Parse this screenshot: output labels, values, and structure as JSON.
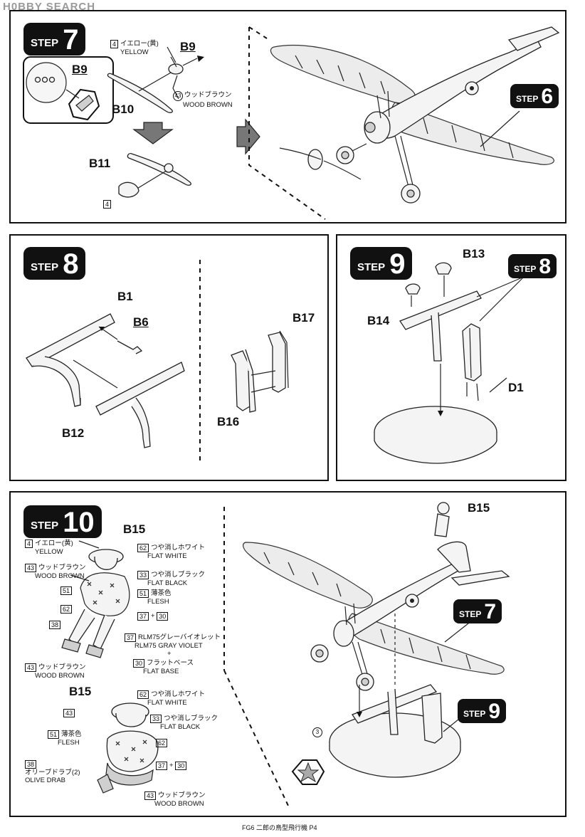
{
  "header": {
    "watermark": "H0BBY SEARCH"
  },
  "steps": {
    "step7": {
      "word": "STEP",
      "number": "7",
      "ref_word": "STEP",
      "ref_number": "6",
      "parts": {
        "b9": "B9",
        "b9_detail": "B9",
        "b10": "B10",
        "b11": "B11"
      },
      "notes": {
        "yellow": {
          "code": "4",
          "jp": "イエロー(黄)",
          "en": "YELLOW"
        },
        "wood_brown": {
          "code": "43",
          "jp": "ウッドブラウン",
          "en": "WOOD BROWN"
        },
        "b11_code": "4"
      }
    },
    "step8": {
      "word": "STEP",
      "number": "8",
      "parts": {
        "b1": "B1",
        "b6": "B6",
        "b12": "B12",
        "b17": "B17",
        "b16": "B16"
      }
    },
    "step9": {
      "word": "STEP",
      "number": "9",
      "ref_word": "STEP",
      "ref_number": "8",
      "parts": {
        "b13": "B13",
        "b14": "B14",
        "d1": "D1"
      }
    },
    "step10": {
      "word": "STEP",
      "number": "10",
      "ref7_word": "STEP",
      "ref7_number": "7",
      "ref9_word": "STEP",
      "ref9_number": "9",
      "parts": {
        "b15_top": "B15",
        "b15_side": "B15",
        "b15_back": "B15"
      },
      "front_notes": [
        {
          "code": "4",
          "jp": "イエロー(黄)",
          "en": "YELLOW"
        },
        {
          "code": "43",
          "jp": "ウッドブラウン",
          "en": "WOOD BROWN"
        },
        {
          "code": "62",
          "jp": "つや消しホワイト",
          "en": "FLAT WHITE"
        },
        {
          "code": "33",
          "jp": "つや消しブラック",
          "en": "FLAT BLACK"
        },
        {
          "code": "51",
          "jp": "薄茶色",
          "en": "FLESH"
        },
        {
          "code": "37",
          "plus": "+",
          "code2": "30"
        },
        {
          "code": "37",
          "jp": "RLM75グレーバイオレット",
          "en": "RLM75 GRAY VIOLET"
        },
        {
          "plus": "+"
        },
        {
          "code": "30",
          "jp": "フラットベース",
          "en": "FLAT BASE"
        },
        {
          "code": "43",
          "jp": "ウッドブラウン",
          "en": "WOOD BROWN"
        }
      ],
      "front_callouts": {
        "c51": "51",
        "c62": "62",
        "c38": "38"
      },
      "back_notes": [
        {
          "code": "62",
          "jp": "つや消しホワイト",
          "en": "FLAT WHITE"
        },
        {
          "code": "43"
        },
        {
          "code": "33",
          "jp": "つや消しブラック",
          "en": "FLAT BLACK"
        },
        {
          "code": "51",
          "jp": "薄茶色",
          "en": "FLESH"
        },
        {
          "code": "62"
        },
        {
          "code": "37",
          "plus": "+",
          "code2": "30"
        },
        {
          "code": "38",
          "jp": "オリーブドラブ(2)",
          "en": "OLIVE DRAB"
        },
        {
          "code": "43",
          "jp": "ウッドブラウン",
          "en": "WOOD BROWN"
        }
      ],
      "decal_code": "3"
    }
  },
  "footer": {
    "page_label": "FG6 二郎の鳥型飛行機 P4"
  }
}
